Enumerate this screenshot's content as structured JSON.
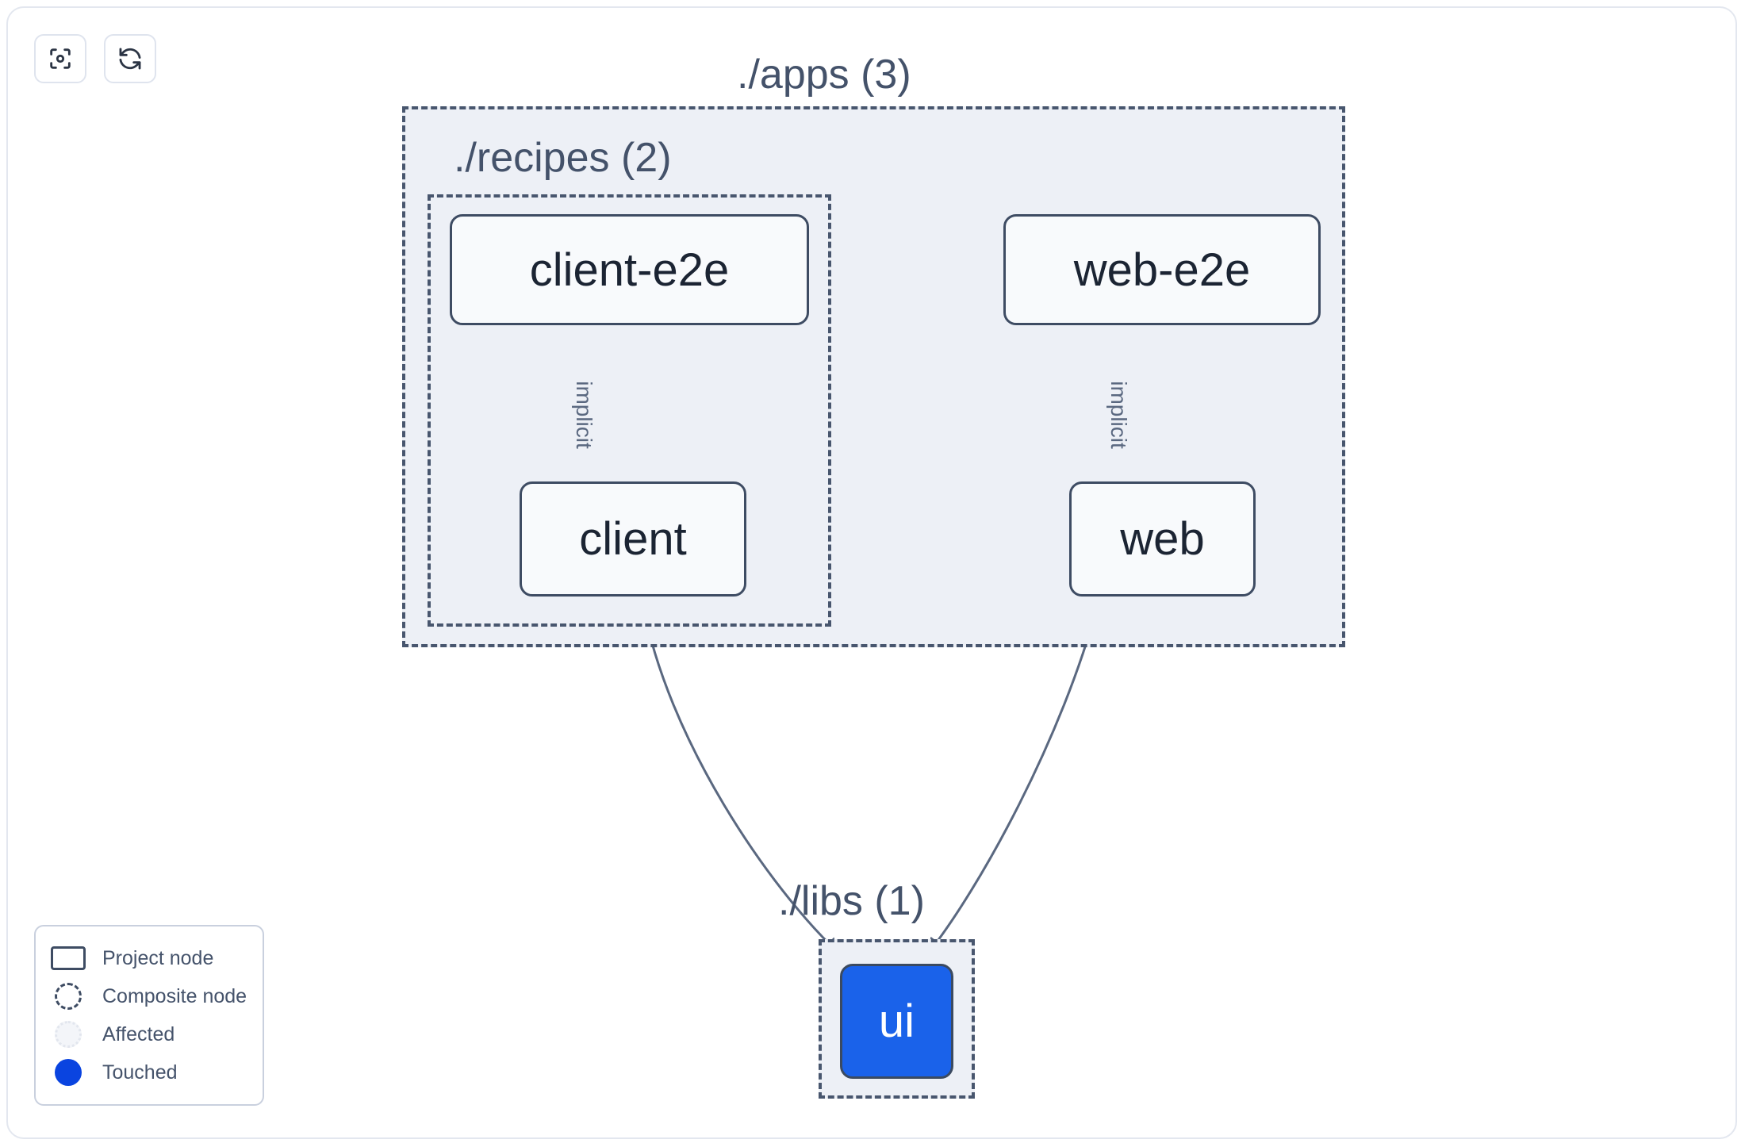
{
  "toolbar": {
    "buttons": [
      {
        "name": "focus-graph-button",
        "icon": "focus-scan-icon"
      },
      {
        "name": "refresh-graph-button",
        "icon": "refresh-icon"
      }
    ]
  },
  "graph": {
    "groups": [
      {
        "id": "apps",
        "label": "./apps (3)",
        "count": 3
      },
      {
        "id": "recipes",
        "label": "./recipes (2)",
        "count": 2
      },
      {
        "id": "libs",
        "label": "./libs (1)",
        "count": 1
      }
    ],
    "nodes": [
      {
        "id": "client-e2e",
        "label": "client-e2e",
        "state": "project",
        "group": "recipes"
      },
      {
        "id": "client",
        "label": "client",
        "state": "project",
        "group": "recipes"
      },
      {
        "id": "web-e2e",
        "label": "web-e2e",
        "state": "project",
        "group": "apps"
      },
      {
        "id": "web",
        "label": "web",
        "state": "project",
        "group": "apps"
      },
      {
        "id": "ui",
        "label": "ui",
        "state": "touched",
        "group": "libs"
      }
    ],
    "edges": [
      {
        "from": "client-e2e",
        "to": "client",
        "label": "implicit"
      },
      {
        "from": "web-e2e",
        "to": "web",
        "label": "implicit"
      },
      {
        "from": "client",
        "to": "ui",
        "label": ""
      },
      {
        "from": "web",
        "to": "ui",
        "label": ""
      }
    ]
  },
  "legend": {
    "items": [
      {
        "swatch": "project-node-swatch",
        "label": "Project node"
      },
      {
        "swatch": "composite-node-swatch",
        "label": "Composite node"
      },
      {
        "swatch": "affected-swatch",
        "label": "Affected"
      },
      {
        "swatch": "touched-swatch",
        "label": "Touched"
      }
    ]
  },
  "colors": {
    "touched": "#0a44e0",
    "node_border": "#3e4c63",
    "group_fill": "#edf0f6",
    "group_border": "#48566e",
    "edge": "#5a6880",
    "canvas_bg": "#ffffff"
  }
}
